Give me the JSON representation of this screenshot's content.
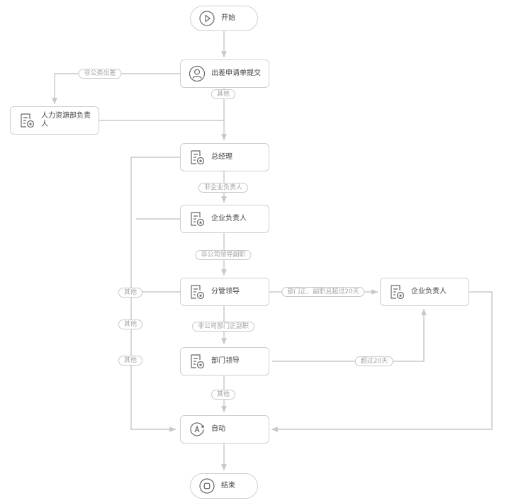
{
  "nodes": {
    "start": {
      "label": "开始",
      "icon": "play-icon"
    },
    "submit": {
      "label": "出差申请单提交",
      "icon": "user-icon"
    },
    "hr_head": {
      "label": "人力资源部负责人",
      "icon": "approval-form-icon"
    },
    "gm": {
      "label": "总经理",
      "icon": "approval-form-icon"
    },
    "ent_head": {
      "label": "企业负责人",
      "icon": "approval-form-icon"
    },
    "div_leader": {
      "label": "分管领导",
      "icon": "approval-form-icon"
    },
    "ent_head_2": {
      "label": "企业负责人",
      "icon": "approval-form-icon"
    },
    "dept_leader": {
      "label": "部门领导",
      "icon": "approval-form-icon"
    },
    "auto": {
      "label": "自动",
      "icon": "auto-icon"
    },
    "end": {
      "label": "结束",
      "icon": "stop-icon"
    }
  },
  "conditions": {
    "non_public_trip": "非公务出差",
    "other_after_submit": "其他",
    "non_enterprise_head": "非企业负责人",
    "non_company_deputy": "非公司领导副职",
    "dept_head_over_20": "部门正、副职且超过20天",
    "non_dept_head_deputy": "非公司部门正副职",
    "other_left_1": "其他",
    "other_left_2": "其他",
    "other_left_3": "其他",
    "over_20_days": "超过20天",
    "other_before_auto": "其他"
  },
  "colors": {
    "line": "#c8c8c8",
    "border": "#cfcfcf",
    "text": "#444444",
    "tag_text": "#a3a3a3",
    "icon": "#666666"
  }
}
